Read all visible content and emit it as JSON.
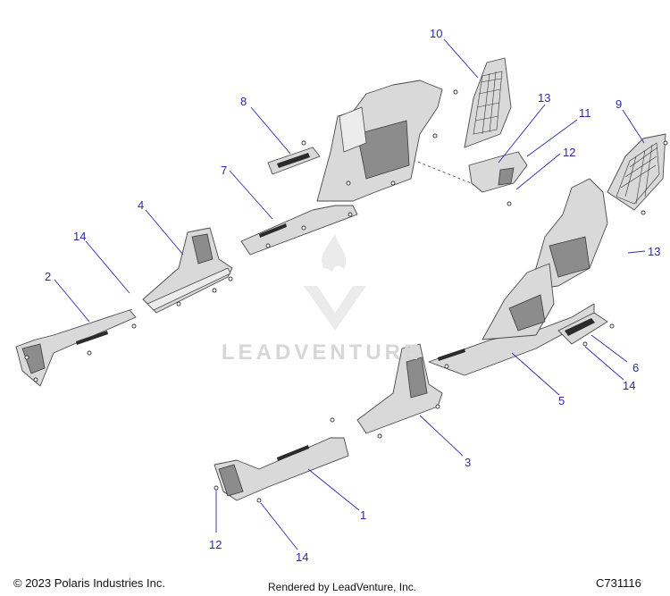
{
  "callouts": [
    "10",
    "8",
    "13",
    "11",
    "9",
    "12",
    "7",
    "4",
    "14",
    "13",
    "2",
    "6",
    "14",
    "5",
    "3",
    "1",
    "12",
    "14"
  ],
  "watermark": "LEADVENTURE",
  "footer": {
    "copyright": "© 2023 Polaris Industries Inc.",
    "rendered_by": "Rendered by LeadVenture, Inc.",
    "diagram_code": "C731116"
  }
}
